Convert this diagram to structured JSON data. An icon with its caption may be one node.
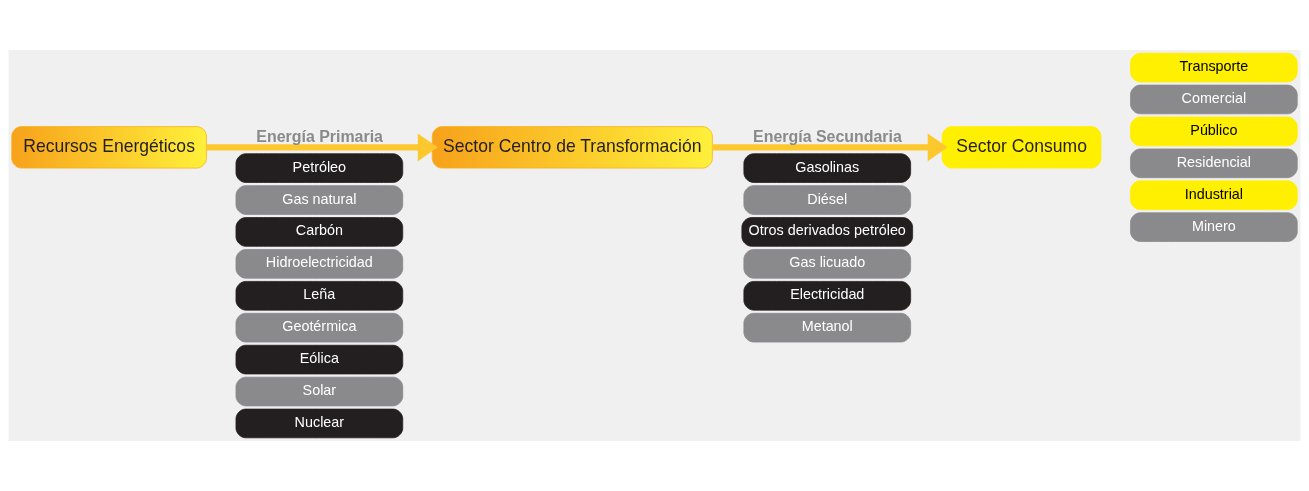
{
  "diagram": {
    "nodes": [
      {
        "text": [
          "Recursos Energéticos"
        ]
      },
      {
        "text": [
          "Sector Centro de Transformación"
        ]
      },
      {
        "text": [
          "Sector Consumo"
        ]
      },
      {
        "text": [
          "Petróleo"
        ]
      },
      {
        "text": [
          "Gas natural"
        ]
      },
      {
        "text": [
          "Carbón"
        ]
      },
      {
        "text": [
          "Hidroelectricidad"
        ]
      },
      {
        "text": [
          "Leña"
        ]
      },
      {
        "text": [
          "Geotérmica"
        ]
      },
      {
        "text": [
          "Eólica"
        ]
      },
      {
        "text": [
          "Solar"
        ]
      },
      {
        "text": [
          "Nuclear"
        ]
      },
      {
        "text": [
          "Gasolinas"
        ]
      },
      {
        "text": [
          "Diésel"
        ]
      },
      {
        "text": [
          "Otros derivados petróleo"
        ]
      },
      {
        "text": [
          "Gas licuado"
        ]
      },
      {
        "text": [
          "Electricidad"
        ]
      },
      {
        "text": [
          "Metanol"
        ]
      },
      {
        "text": [
          "Transporte"
        ]
      },
      {
        "text": [
          "Comercial"
        ]
      },
      {
        "text": [
          "Público"
        ]
      },
      {
        "text": [
          "Residencial"
        ]
      },
      {
        "text": [
          "Industrial"
        ]
      },
      {
        "text": [
          "Minero"
        ]
      }
    ],
    "edges": [
      {
        "from": 0,
        "to": 1,
        "arrow": "to",
        "label": "Energía Primaria"
      },
      {
        "from": 1,
        "to": 2,
        "arrow": "to",
        "label": "Energía Secundaria"
      }
    ]
  }
}
